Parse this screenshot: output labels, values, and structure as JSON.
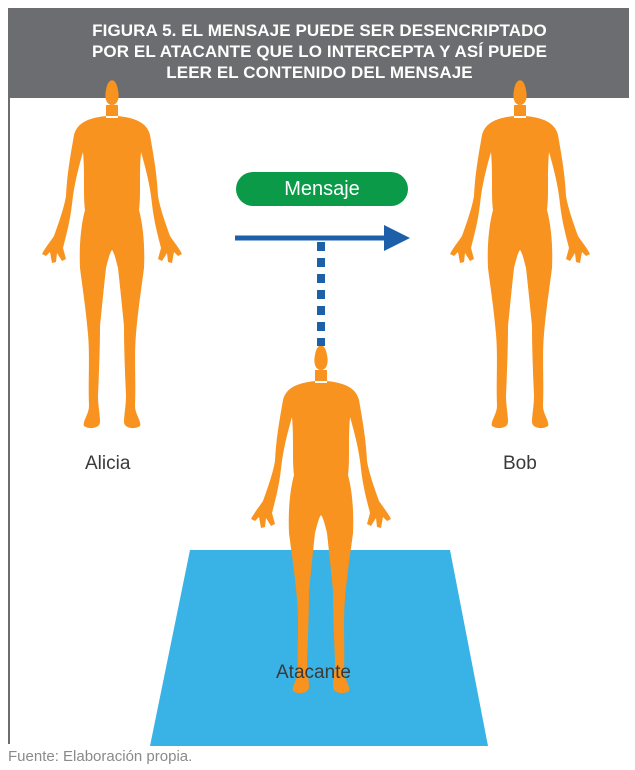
{
  "header": {
    "lines": [
      "FIGURA 5. EL MENSAJE PUEDE SER DESENCRIPTADO",
      "POR EL ATACANTE QUE LO INTERCEPTA Y ASÍ PUEDE",
      "LEER EL CONTENIDO DEL MENSAJE"
    ]
  },
  "diagram": {
    "message_label": "Mensaje",
    "sender_label": "Alicia",
    "receiver_label": "Bob",
    "attacker_label": "Atacante"
  },
  "colors": {
    "header_bg": "#6c6d70",
    "person": "#f7931e",
    "message_pill": "#0a9a48",
    "arrow": "#1d5fa8",
    "floor": "#39b2e5"
  },
  "icons": {
    "sender": "person-figure-icon",
    "receiver": "person-figure-icon",
    "attacker": "person-figure-icon"
  },
  "footer": {
    "source": "Fuente: Elaboración propia."
  }
}
